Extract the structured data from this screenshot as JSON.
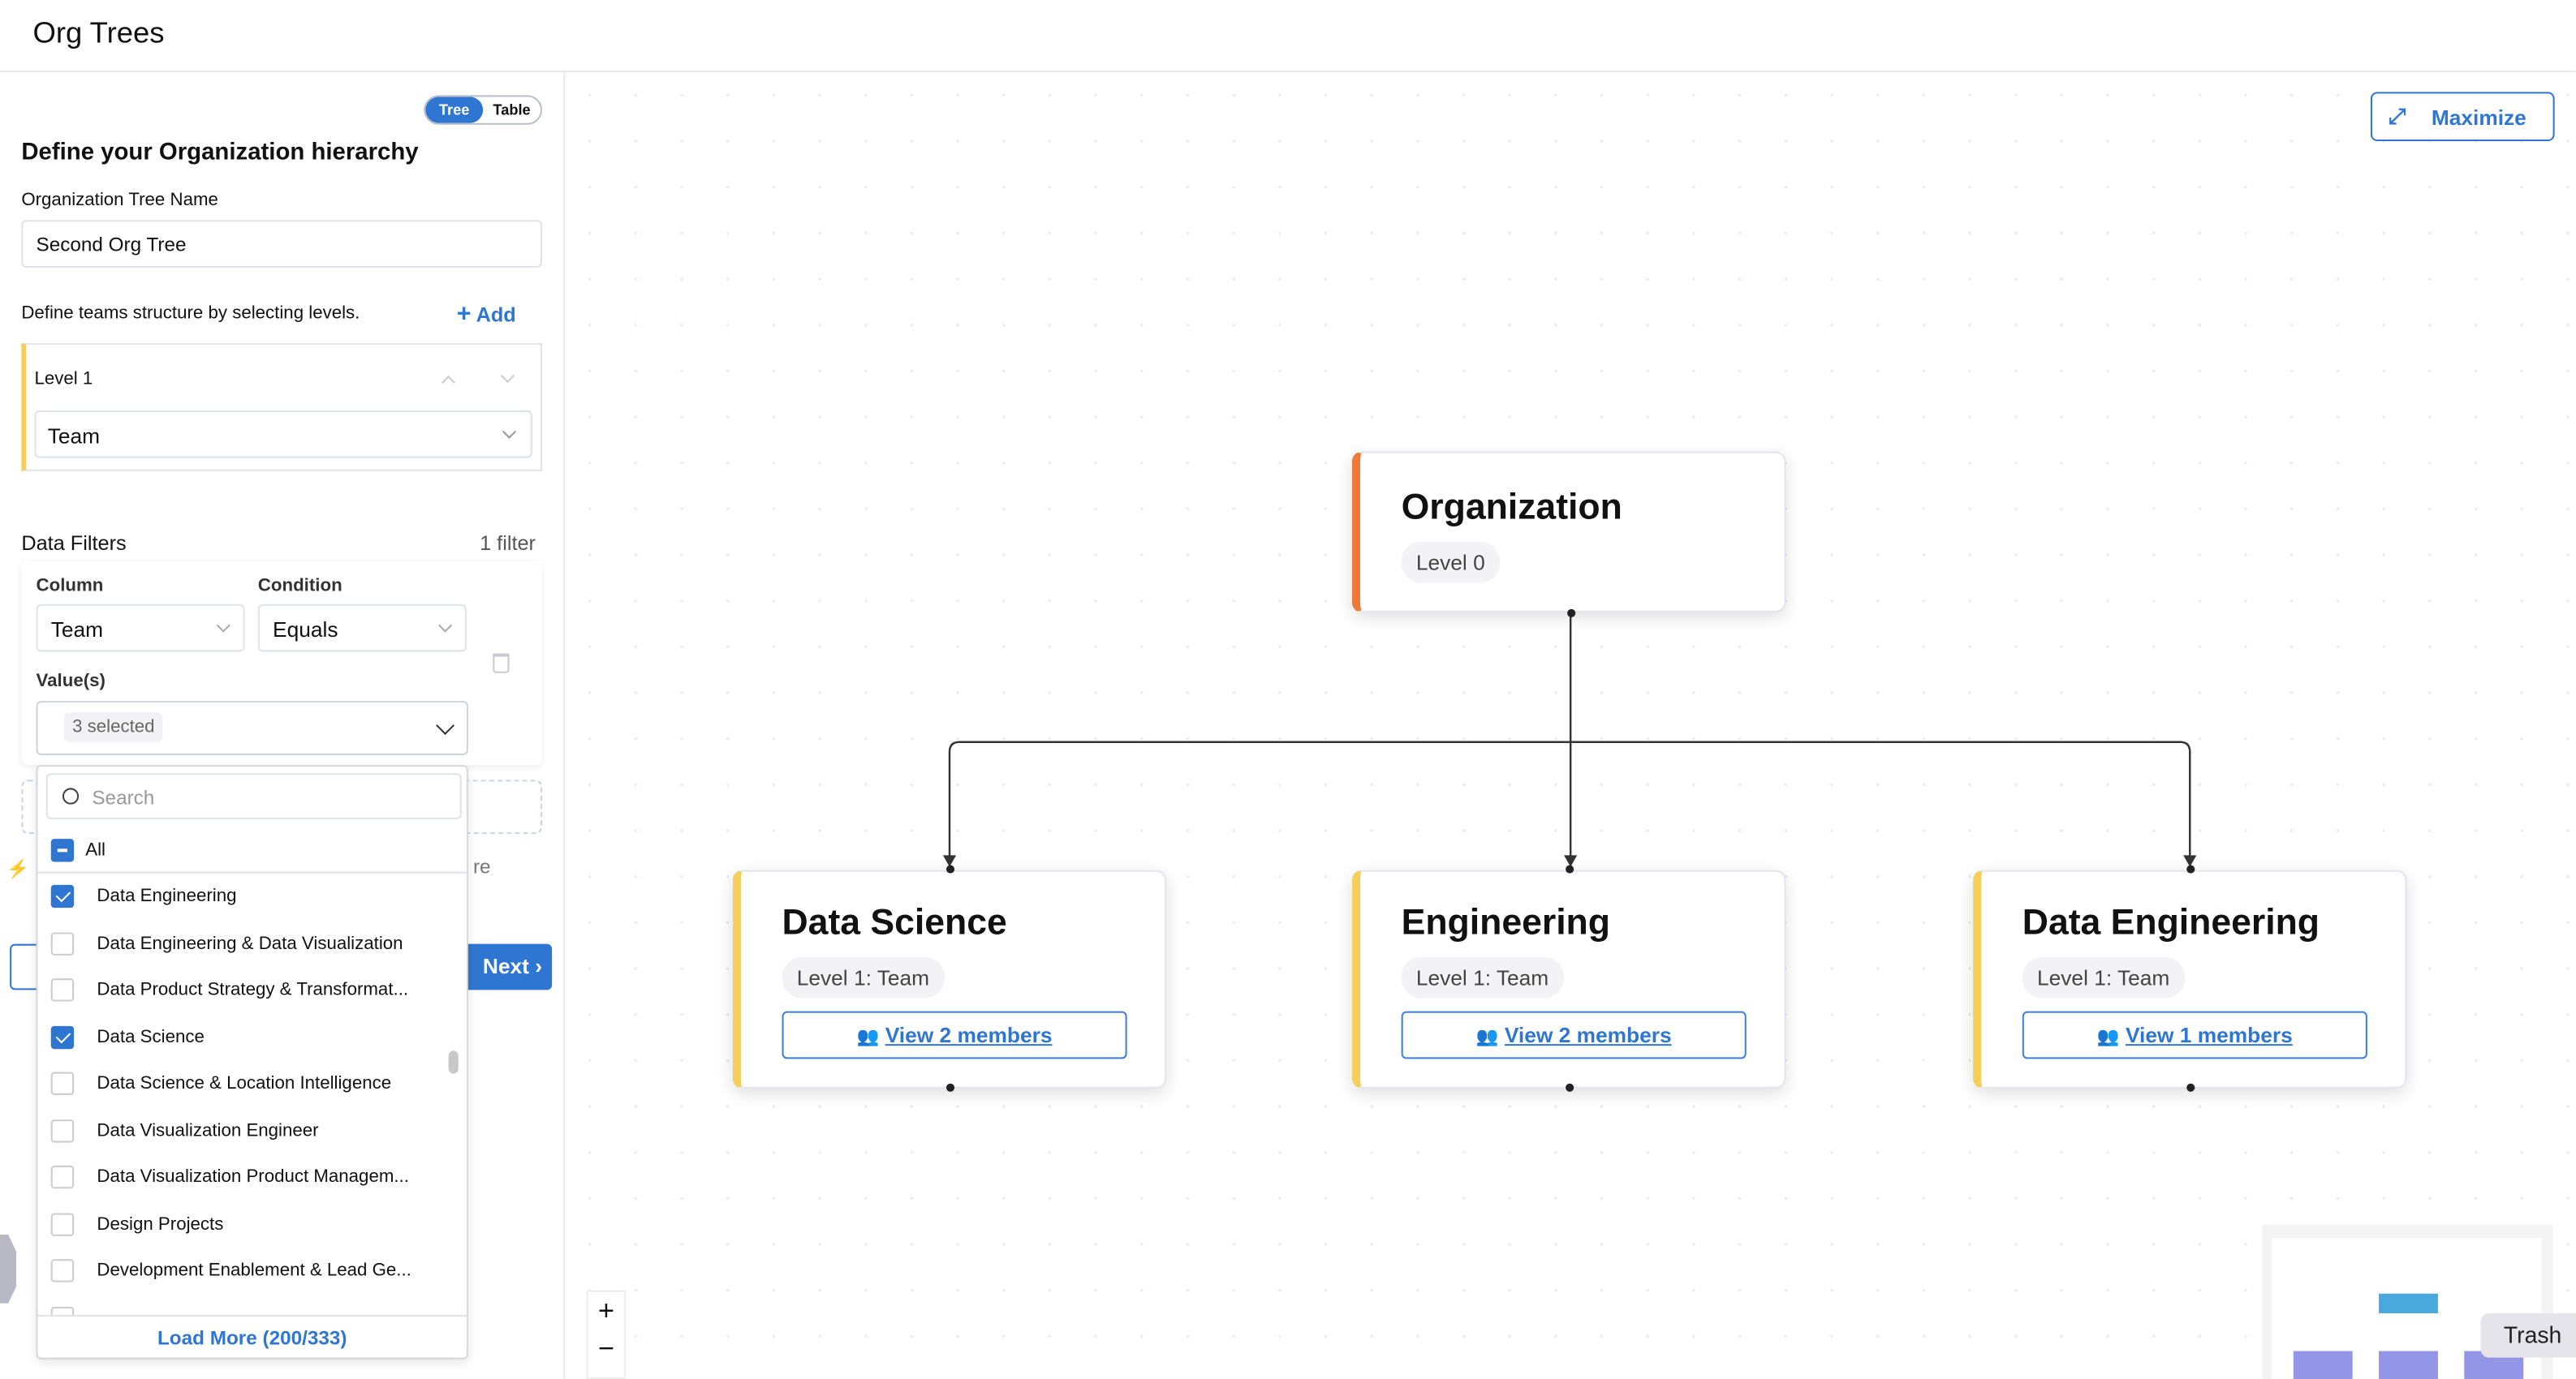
{
  "header": {
    "title": "Org Trees"
  },
  "view_toggle": {
    "tree": "Tree",
    "table": "Table",
    "selected": "Tree"
  },
  "form": {
    "heading": "Define your Organization hierarchy",
    "tree_name_label": "Organization Tree Name",
    "tree_name_value": "Second Org Tree",
    "levels_hint": "Define teams structure by selecting levels.",
    "add_label": "Add",
    "levels": [
      {
        "label": "Level 1",
        "value": "Team"
      }
    ],
    "filters_title": "Data Filters",
    "filters_count": "1 filter",
    "filter": {
      "column_label": "Column",
      "column_value": "Team",
      "condition_label": "Condition",
      "condition_value": "Equals",
      "values_label": "Value(s)",
      "values_summary": "3 selected"
    },
    "partial_text": "re",
    "next_label": "Next"
  },
  "dropdown": {
    "search_placeholder": "Search",
    "all_label": "All",
    "options": [
      {
        "label": "Data Engineering",
        "checked": true
      },
      {
        "label": "Data Engineering & Data Visualization",
        "checked": false
      },
      {
        "label": "Data Product Strategy & Transformat...",
        "checked": false
      },
      {
        "label": "Data Science",
        "checked": true
      },
      {
        "label": "Data Science & Location Intelligence",
        "checked": false
      },
      {
        "label": "Data Visualization Engineer",
        "checked": false
      },
      {
        "label": "Data Visualization Product Managem...",
        "checked": false
      },
      {
        "label": "Design Projects",
        "checked": false
      },
      {
        "label": "Development Enablement & Lead Ge...",
        "checked": false
      }
    ],
    "load_more": "Load More (200/333)"
  },
  "canvas": {
    "maximize_label": "Maximize",
    "root": {
      "title": "Organization",
      "level": "Level 0",
      "accent": "#ee7a3a"
    },
    "children": [
      {
        "title": "Data Science",
        "level": "Level 1: Team",
        "members": "View 2 members"
      },
      {
        "title": "Engineering",
        "level": "Level 1: Team",
        "members": "View 2 members"
      },
      {
        "title": "Data Engineering",
        "level": "Level 1: Team",
        "members": "View 1 members"
      }
    ],
    "zoom_in": "+",
    "zoom_out": "−",
    "tooltip": "Trash"
  },
  "colors": {
    "primary": "#2f76d2",
    "level_accent": "#f4cf5c",
    "root_accent": "#ee7a3a",
    "minimap_root": "#4aa9dd",
    "minimap_child": "#9395e6"
  }
}
